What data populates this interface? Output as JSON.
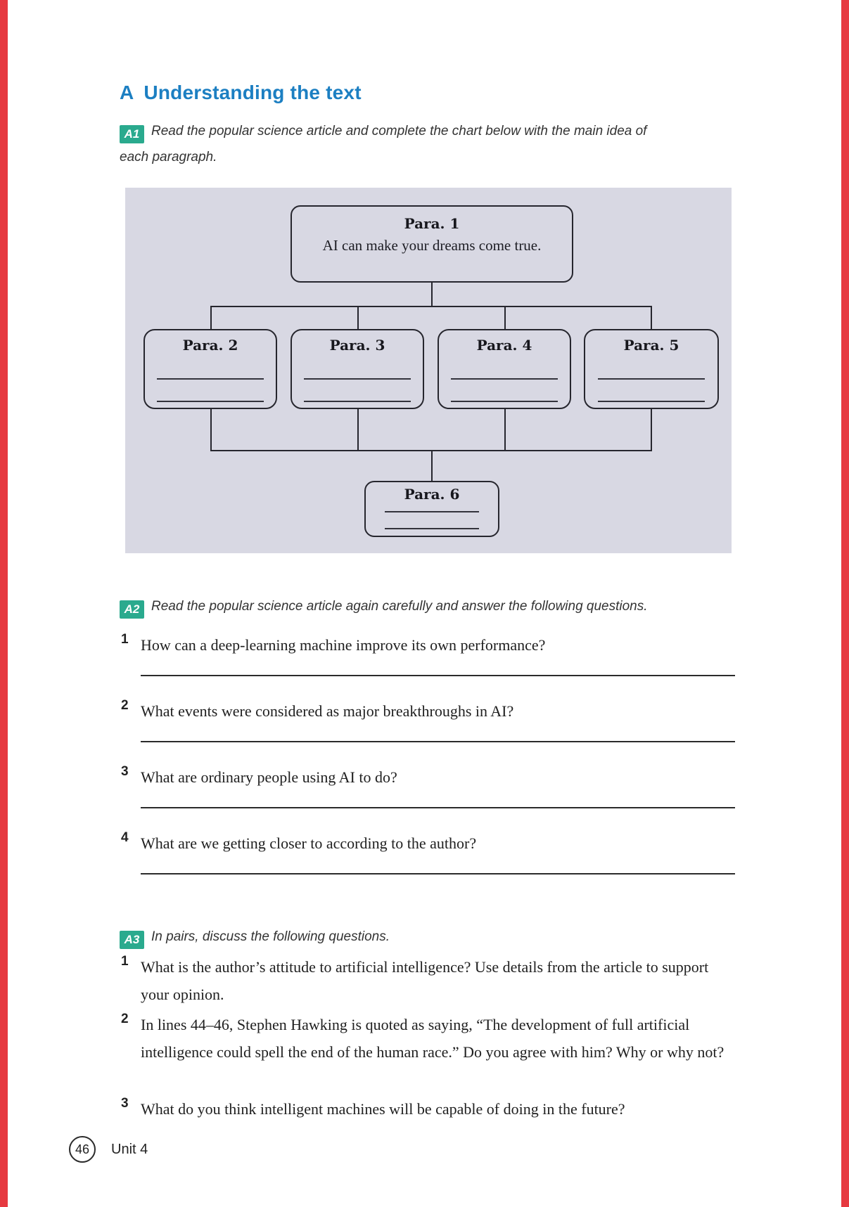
{
  "header": {
    "section_letter": "A",
    "section_title": "Understanding the text"
  },
  "colors": {
    "heading_blue": "#1c7fc2",
    "badge_teal": "#2aaa8e",
    "panel_lavender": "#d8d8e3",
    "page_edge_red": "#e63940"
  },
  "a1": {
    "badge": "A1",
    "instruction": "Read the popular science article and complete the chart below with the main idea of each paragraph."
  },
  "chart": {
    "para1": {
      "title": "Para. 1",
      "text": "AI can make your dreams come true."
    },
    "row": [
      {
        "title": "Para. 2"
      },
      {
        "title": "Para. 3"
      },
      {
        "title": "Para. 4"
      },
      {
        "title": "Para. 5"
      }
    ],
    "para6": {
      "title": "Para. 6"
    }
  },
  "a2": {
    "badge": "A2",
    "instruction": "Read the popular science article again carefully and answer the following questions.",
    "questions": [
      {
        "num": "1",
        "text": "How can a deep-learning machine improve its own performance?"
      },
      {
        "num": "2",
        "text": "What events were considered as major breakthroughs in AI?"
      },
      {
        "num": "3",
        "text": "What are ordinary people using AI to do?"
      },
      {
        "num": "4",
        "text": "What are we getting closer to according to the author?"
      }
    ]
  },
  "a3": {
    "badge": "A3",
    "instruction": "In pairs, discuss the following questions.",
    "questions": [
      {
        "num": "1",
        "text": "What is the author’s attitude to artificial intelligence? Use details from the article to support your opinion."
      },
      {
        "num": "2",
        "text": "In lines 44–46, Stephen Hawking is quoted as saying, “The development of full artificial intelligence could spell the end of the human race.” Do you agree with him? Why or why not?"
      },
      {
        "num": "3",
        "text": "What do you think intelligent machines will be capable of doing in the future?"
      }
    ]
  },
  "footer": {
    "page_number": "46",
    "unit_label": "Unit 4"
  }
}
